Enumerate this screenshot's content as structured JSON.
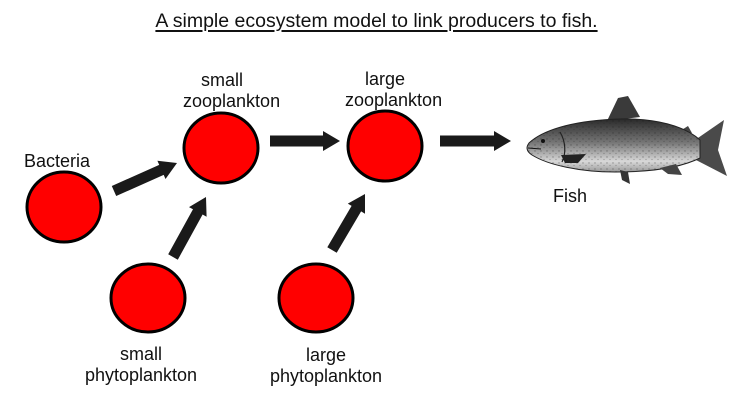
{
  "title": "A simple ecosystem model to link producers to fish.",
  "colors": {
    "node_fill": "#ff0000",
    "node_stroke": "#000000",
    "arrow": "#1a1a1a"
  },
  "nodes": [
    {
      "id": "bacteria",
      "label_lines": [
        "Bacteria"
      ]
    },
    {
      "id": "small-zooplankton",
      "label_lines": [
        "small",
        "zooplankton"
      ]
    },
    {
      "id": "large-zooplankton",
      "label_lines": [
        "large",
        "zooplankton"
      ]
    },
    {
      "id": "small-phytoplankton",
      "label_lines": [
        "small",
        "phytoplankton"
      ]
    },
    {
      "id": "large-phytoplankton",
      "label_lines": [
        "large",
        "phytoplankton"
      ]
    },
    {
      "id": "fish",
      "label_lines": [
        "Fish"
      ],
      "icon": "fish-illustration"
    }
  ],
  "edges": [
    {
      "from": "bacteria",
      "to": "small-zooplankton"
    },
    {
      "from": "small-phytoplankton",
      "to": "small-zooplankton"
    },
    {
      "from": "small-zooplankton",
      "to": "large-zooplankton"
    },
    {
      "from": "large-phytoplankton",
      "to": "large-zooplankton"
    },
    {
      "from": "large-zooplankton",
      "to": "fish"
    }
  ]
}
